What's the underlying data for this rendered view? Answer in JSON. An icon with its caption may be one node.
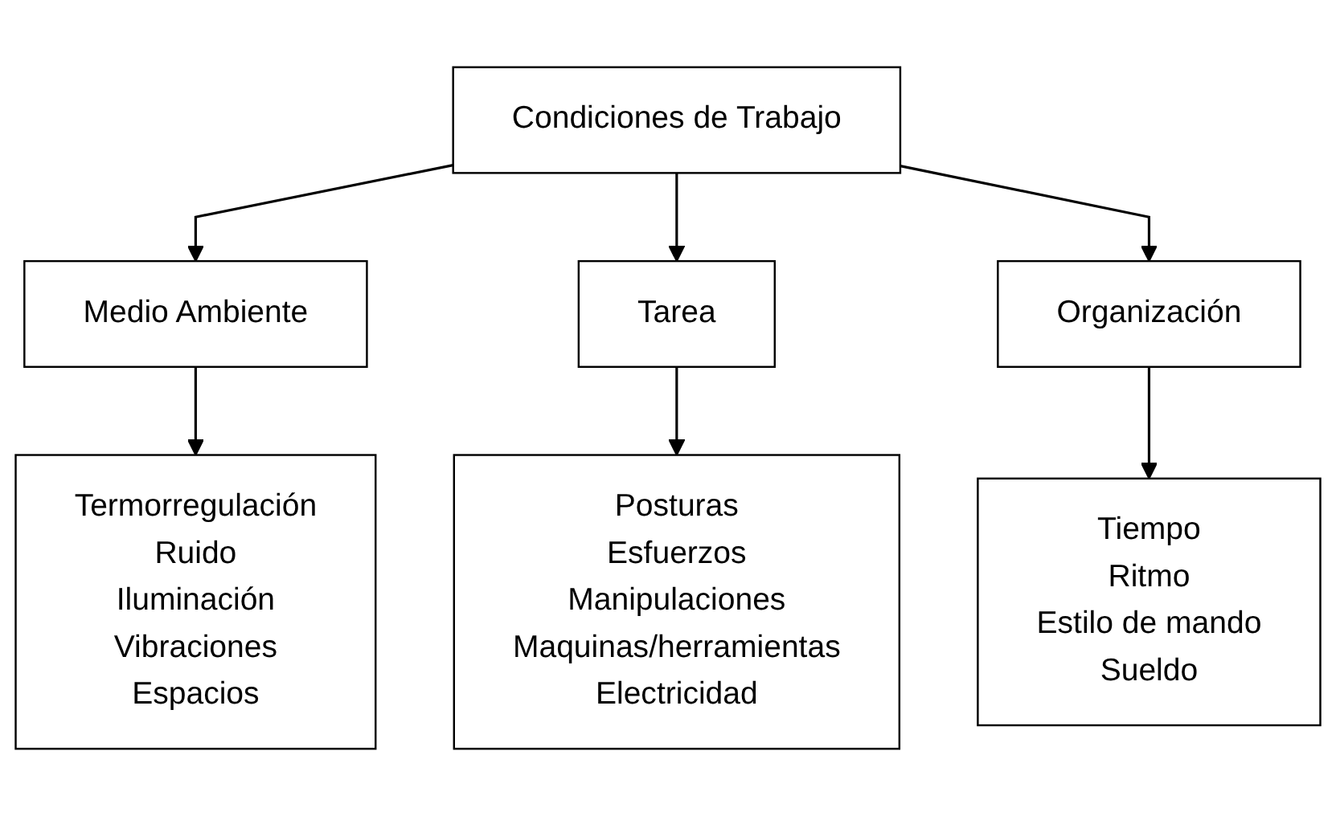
{
  "diagram": {
    "nodes": [
      {
        "text": [
          "Condiciones de Trabajo"
        ]
      },
      {
        "text": [
          "Medio Ambiente"
        ]
      },
      {
        "text": [
          "Tarea"
        ]
      },
      {
        "text": [
          "Organización"
        ]
      },
      {
        "text": [
          "Termorregulación",
          "Ruido",
          "Iluminación",
          "Vibraciones",
          "Espacios"
        ]
      },
      {
        "text": [
          "Posturas",
          "Esfuerzos",
          "Manipulaciones",
          "Maquinas/herramientas",
          "Electricidad"
        ]
      },
      {
        "text": [
          "Tiempo",
          "Ritmo",
          "Estilo de mando",
          "Sueldo"
        ]
      }
    ],
    "edges": [
      {
        "from": 0,
        "to": 1,
        "arrow": "to"
      },
      {
        "from": 0,
        "to": 2,
        "arrow": "to"
      },
      {
        "from": 0,
        "to": 3,
        "arrow": "to"
      },
      {
        "from": 1,
        "to": 4,
        "arrow": "to"
      },
      {
        "from": 2,
        "to": 5,
        "arrow": "to"
      },
      {
        "from": 3,
        "to": 6,
        "arrow": "to"
      }
    ]
  }
}
